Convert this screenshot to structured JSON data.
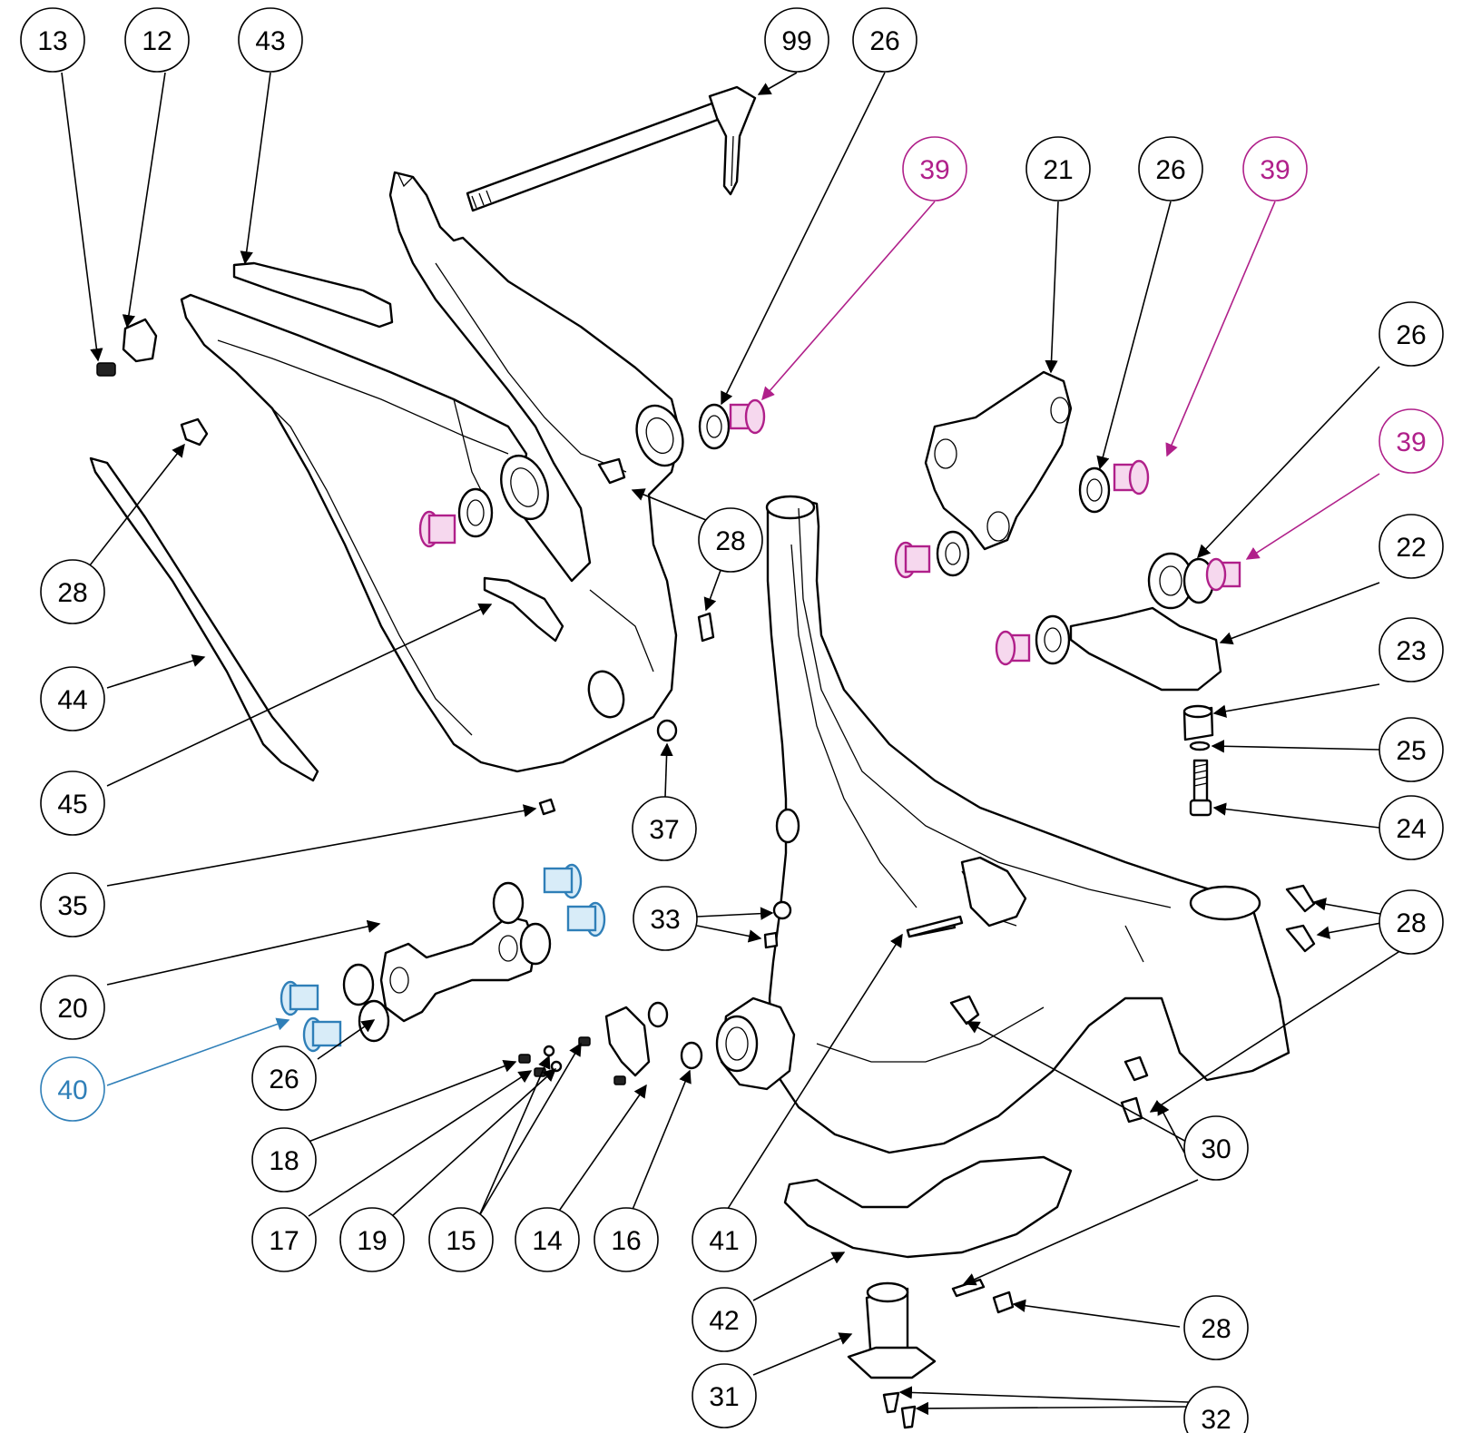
{
  "colors": {
    "ink": "#000000",
    "highlight_magenta": "#b0208a",
    "highlight_blue": "#2f7fb8",
    "background": "#ffffff"
  },
  "callouts": [
    {
      "id": "c13",
      "label": "13",
      "color": "ink"
    },
    {
      "id": "c12",
      "label": "12",
      "color": "ink"
    },
    {
      "id": "c43",
      "label": "43",
      "color": "ink"
    },
    {
      "id": "c99",
      "label": "99",
      "color": "ink"
    },
    {
      "id": "c26a",
      "label": "26",
      "color": "ink"
    },
    {
      "id": "c39a",
      "label": "39",
      "color": "highlight_magenta"
    },
    {
      "id": "c21",
      "label": "21",
      "color": "ink"
    },
    {
      "id": "c26b",
      "label": "26",
      "color": "ink"
    },
    {
      "id": "c39b",
      "label": "39",
      "color": "highlight_magenta"
    },
    {
      "id": "c26c",
      "label": "26",
      "color": "ink"
    },
    {
      "id": "c39c",
      "label": "39",
      "color": "highlight_magenta"
    },
    {
      "id": "c22",
      "label": "22",
      "color": "ink"
    },
    {
      "id": "c23",
      "label": "23",
      "color": "ink"
    },
    {
      "id": "c25",
      "label": "25",
      "color": "ink"
    },
    {
      "id": "c24",
      "label": "24",
      "color": "ink"
    },
    {
      "id": "c28a",
      "label": "28",
      "color": "ink"
    },
    {
      "id": "c28b",
      "label": "28",
      "color": "ink"
    },
    {
      "id": "c44",
      "label": "44",
      "color": "ink"
    },
    {
      "id": "c45",
      "label": "45",
      "color": "ink"
    },
    {
      "id": "c37",
      "label": "37",
      "color": "ink"
    },
    {
      "id": "c35",
      "label": "35",
      "color": "ink"
    },
    {
      "id": "c33",
      "label": "33",
      "color": "ink"
    },
    {
      "id": "c28c",
      "label": "28",
      "color": "ink"
    },
    {
      "id": "c20",
      "label": "20",
      "color": "ink"
    },
    {
      "id": "c40",
      "label": "40",
      "color": "highlight_blue"
    },
    {
      "id": "c26d",
      "label": "26",
      "color": "ink"
    },
    {
      "id": "c18",
      "label": "18",
      "color": "ink"
    },
    {
      "id": "c17",
      "label": "17",
      "color": "ink"
    },
    {
      "id": "c19",
      "label": "19",
      "color": "ink"
    },
    {
      "id": "c15",
      "label": "15",
      "color": "ink"
    },
    {
      "id": "c14",
      "label": "14",
      "color": "ink"
    },
    {
      "id": "c16",
      "label": "16",
      "color": "ink"
    },
    {
      "id": "c41",
      "label": "41",
      "color": "ink"
    },
    {
      "id": "c30",
      "label": "30",
      "color": "ink"
    },
    {
      "id": "c42",
      "label": "42",
      "color": "ink"
    },
    {
      "id": "c28d",
      "label": "28",
      "color": "ink"
    },
    {
      "id": "c31",
      "label": "31",
      "color": "ink"
    },
    {
      "id": "c32",
      "label": "32",
      "color": "ink"
    }
  ]
}
